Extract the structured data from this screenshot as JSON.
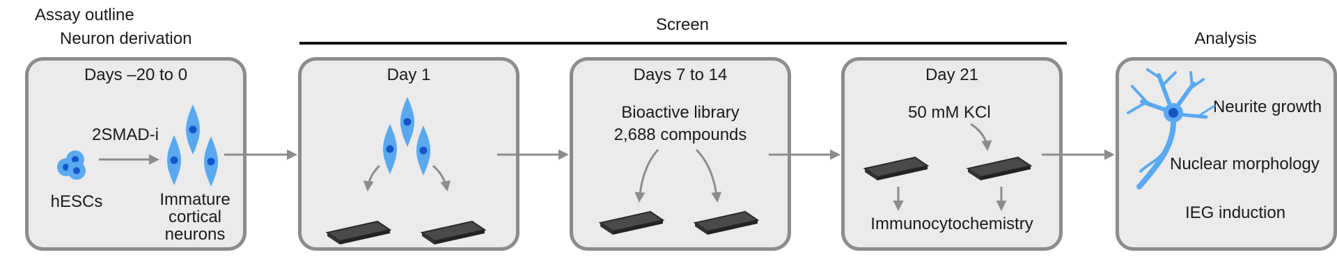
{
  "assay_title": "Assay outline",
  "sections": {
    "derivation": "Neuron derivation",
    "screen": "Screen",
    "analysis": "Analysis"
  },
  "panels": [
    {
      "heading": "Days –20 to 0",
      "treatment": "2SMAD-i",
      "start_cells": "hESCs",
      "end_cells": [
        "Immature",
        "cortical",
        "neurons"
      ]
    },
    {
      "heading": "Day 1"
    },
    {
      "heading": "Days 7 to 14",
      "library": "Bioactive library",
      "compounds": "2,688 compounds"
    },
    {
      "heading": "Day 21",
      "stimulus": "50 mM KCl",
      "readout": "Immunocytochemistry"
    },
    {
      "readouts": [
        "Neurite growth",
        "Nuclear morphology",
        "IEG induction"
      ]
    }
  ],
  "colors": {
    "cell_body": "#5aa9f0",
    "cell_nucleus": "#1456c8",
    "plate": "#4a4a4a",
    "box_border": "#8c8c8c",
    "box_fill": "#ebebeb",
    "arrow": "#8c8c8c"
  },
  "icons": [
    "hesc-cluster-icon",
    "progenitor-neuron-icon",
    "culture-plate-icon",
    "mature-neuron-icon"
  ]
}
